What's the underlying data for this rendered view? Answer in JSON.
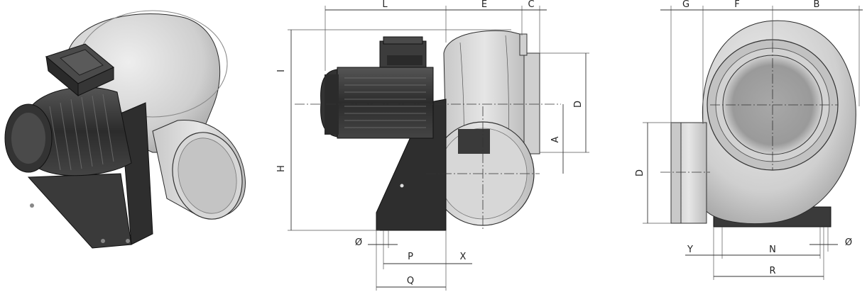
{
  "figure": {
    "views": [
      "isometric",
      "side",
      "front"
    ]
  },
  "labels": {
    "L": "L",
    "E": "E",
    "C": "C",
    "I": "I",
    "H": "H",
    "D_side": "D",
    "A": "A",
    "phi_side": "Ø",
    "P": "P",
    "Q": "Q",
    "X": "X",
    "G": "G",
    "F": "F",
    "B": "B",
    "D_front": "D",
    "Y": "Y",
    "N": "N",
    "R": "R",
    "phi_front": "Ø"
  },
  "colors": {
    "housing_light": "#d9d9d9",
    "housing_mid": "#bdbdbd",
    "motor_dark": "#3a3a3a",
    "bracket": "#2e2e2e",
    "line": "#333333"
  }
}
